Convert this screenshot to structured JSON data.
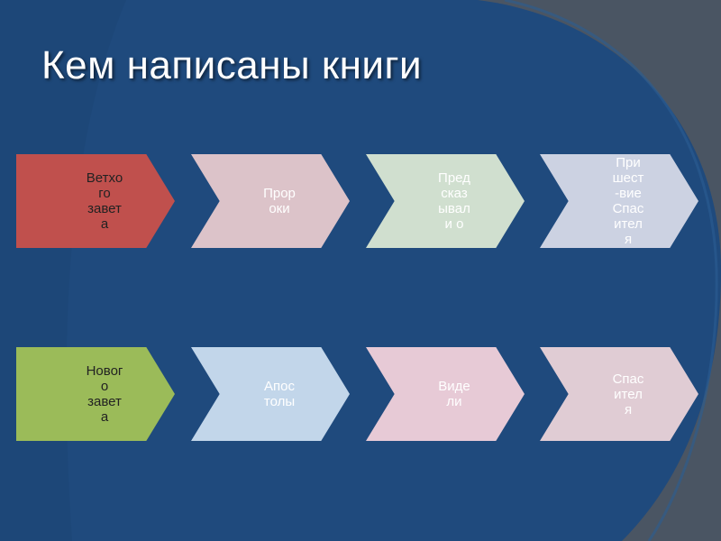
{
  "slide": {
    "title": "Кем написаны книги"
  },
  "colors": {
    "background_blue": "#1f4a7d",
    "background_gray": "#4a5563",
    "accent_lightblue": "#9fc3e0",
    "text_white": "#ffffff",
    "text_dark": "#222222"
  },
  "diagram": {
    "rows": [
      {
        "items": [
          {
            "label": "Ветхо\nго\nзавет\nа",
            "color": "#c0504d",
            "text_color": "dark"
          },
          {
            "label": "Прор\nоки",
            "color": "#dcc3c9",
            "text_color": "light"
          },
          {
            "label": "Пред\nсказ\nывал\nи о",
            "color": "#d0dfcf",
            "text_color": "light"
          },
          {
            "label": "При\nшест\n-вие\nСпас\nител\nя",
            "color": "#ccd2e2",
            "text_color": "light"
          }
        ]
      },
      {
        "items": [
          {
            "label": "Новог\nо\nзавет\nа",
            "color": "#9bbb59",
            "text_color": "dark"
          },
          {
            "label": "Апос\nтолы",
            "color": "#c2d6ea",
            "text_color": "light"
          },
          {
            "label": "Виде\nли",
            "color": "#e7cad6",
            "text_color": "light"
          },
          {
            "label": "Спас\nител\nя",
            "color": "#e0ccd4",
            "text_color": "light"
          }
        ]
      }
    ]
  }
}
